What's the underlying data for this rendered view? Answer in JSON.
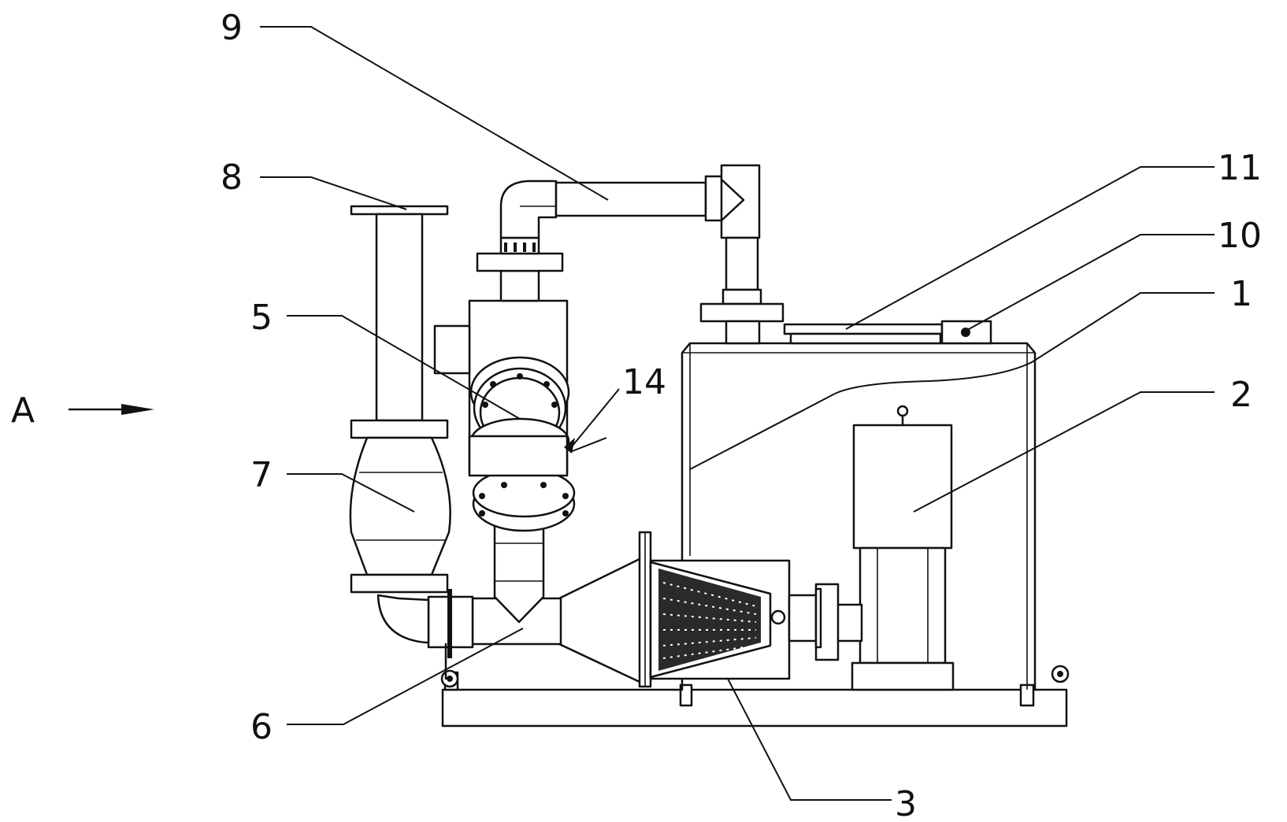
{
  "diagram": {
    "view_arrow_label": "A",
    "callouts": {
      "c1": "1",
      "c2": "2",
      "c3": "3",
      "c5": "5",
      "c6": "6",
      "c7": "7",
      "c8": "8",
      "c9": "9",
      "c10": "10",
      "c11": "11",
      "c14": "14"
    },
    "colors": {
      "line": "#111111",
      "paper": "#ffffff"
    }
  }
}
